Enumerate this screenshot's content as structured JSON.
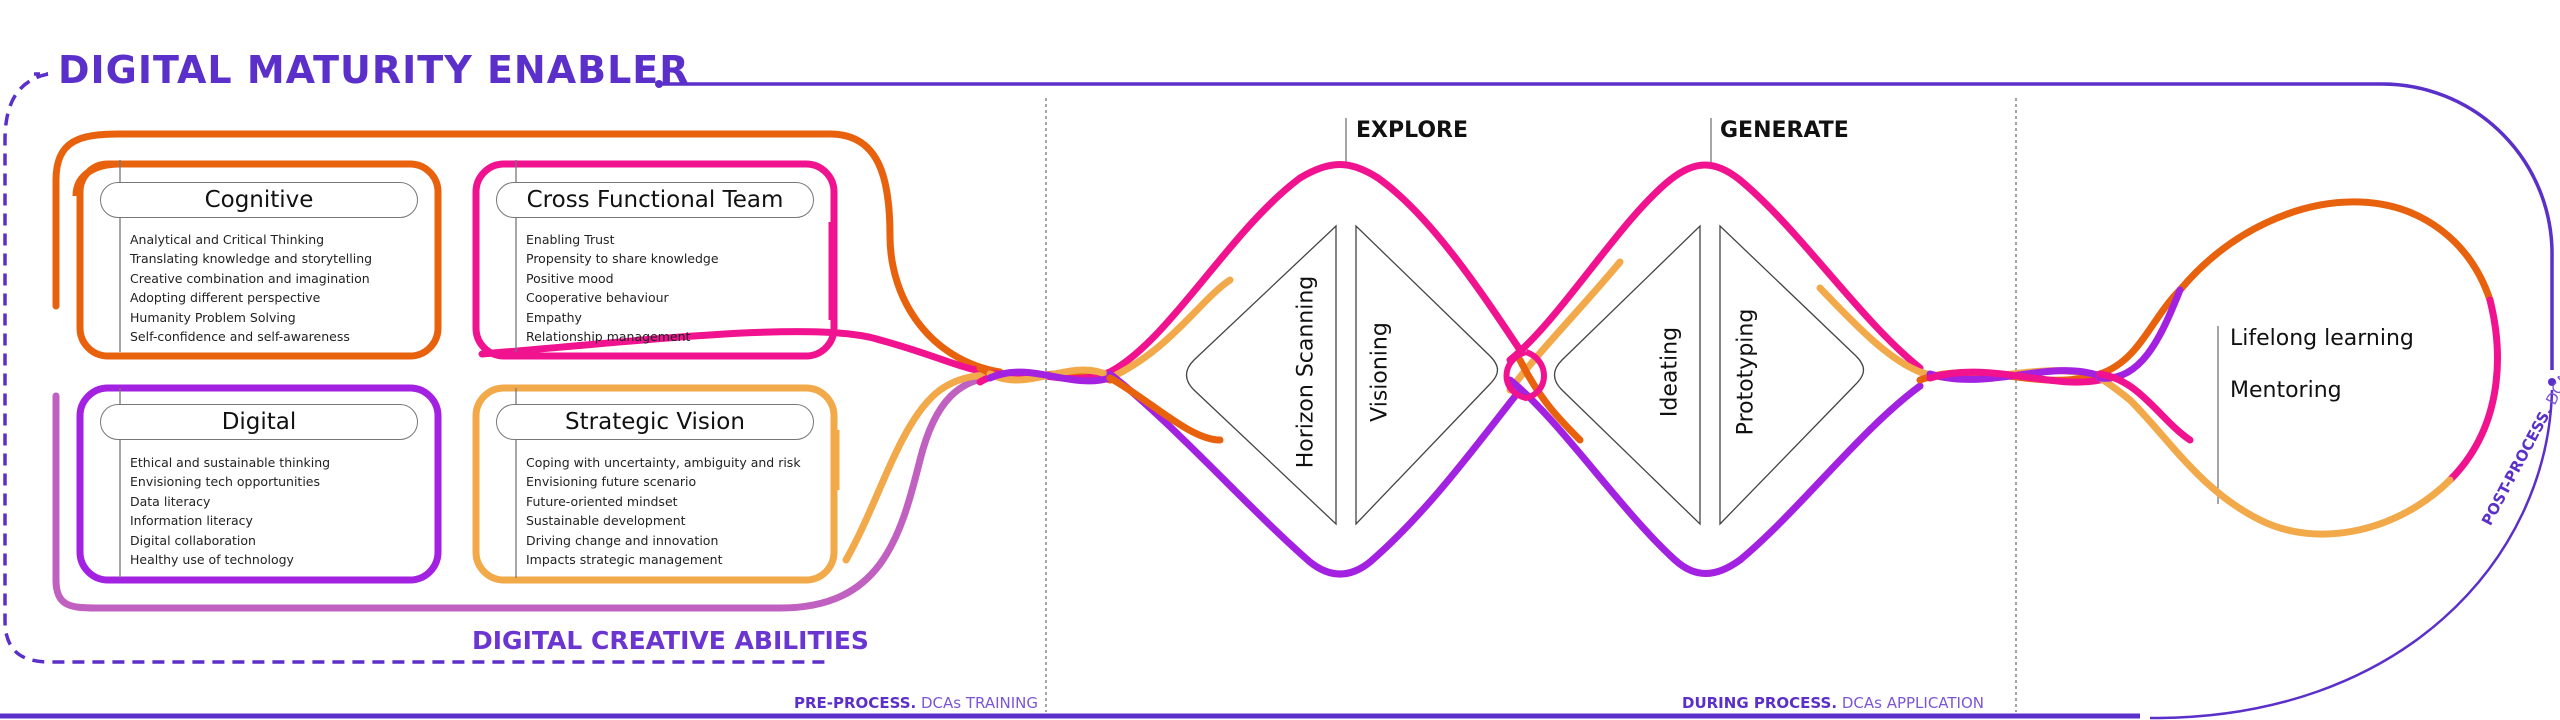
{
  "title": "DIGITAL MATURITY ENABLER",
  "subtitle": "DIGITAL CREATIVE ABILITIES",
  "abilities": [
    {
      "name": "Cognitive",
      "color": "#e8620e",
      "items": [
        "Analytical and Critical Thinking",
        "Translating knowledge and storytelling",
        "Creative combination and imagination",
        "Adopting different perspective",
        "Humanity Problem Solving",
        "Self-confidence and self-awareness"
      ]
    },
    {
      "name": "Cross Functional Team",
      "color": "#f0128f",
      "items": [
        "Enabling Trust",
        "Propensity to share knowledge",
        "Positive mood",
        "Cooperative behaviour",
        "Empathy",
        "Relationship management"
      ]
    },
    {
      "name": "Digital",
      "color": "#a321e0",
      "items": [
        "Ethical and sustainable thinking",
        "Envisioning tech opportunities",
        "Data literacy",
        "Information literacy",
        "Digital collaboration",
        "Healthy use of technology"
      ]
    },
    {
      "name": "Strategic Vision",
      "color": "#f2a94a",
      "items": [
        "Coping with uncertainty, ambiguity and risk",
        "Envisioning future scenario",
        "Future-oriented mindset",
        "Sustainable development",
        "Driving change and innovation",
        "Impacts strategic management"
      ]
    }
  ],
  "phases": [
    {
      "heading": "EXPLORE",
      "steps": [
        "Horizon Scanning",
        "Visioning"
      ]
    },
    {
      "heading": "GENERATE",
      "steps": [
        "Ideating",
        "Prototyping"
      ]
    }
  ],
  "post": [
    "Lifelong learning",
    "Mentoring"
  ],
  "stage_labels": [
    {
      "bold": "PRE-PROCESS.",
      "rest": "DCAs TRAINING"
    },
    {
      "bold": "DURING PROCESS.",
      "rest": "DCAs APPLICATION"
    },
    {
      "bold": "POST-PROCESS.",
      "rest": "DCAs ITERATION"
    }
  ],
  "colors": {
    "purple_frame": "#5b2fc9",
    "orange": "#e8620e",
    "magenta": "#f0128f",
    "violet": "#a321e0",
    "peach": "#f2a94a"
  }
}
